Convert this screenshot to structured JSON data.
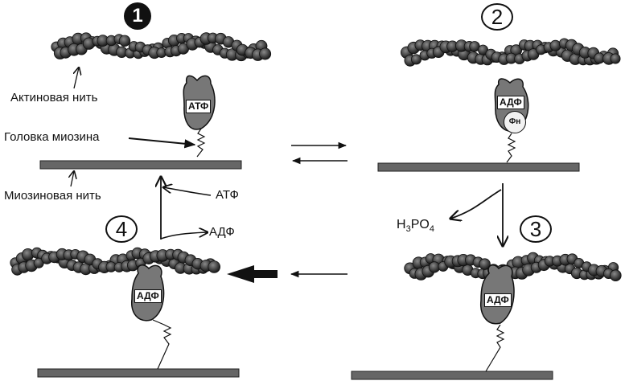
{
  "steps": [
    "1",
    "2",
    "3",
    "4"
  ],
  "labels": {
    "actin": "Актиновая нить",
    "myosin_head": "Головка миозина",
    "myosin_filament": "Миозиновая нить",
    "atp_in": "АТФ",
    "adp_out": "АДФ",
    "phosphoric_acid": "H3PO4"
  },
  "head_labels": {
    "step1": "АТФ",
    "step2": "АДФ",
    "step2_pi": "Фн",
    "step3": "АДФ",
    "step4": "АДФ"
  }
}
